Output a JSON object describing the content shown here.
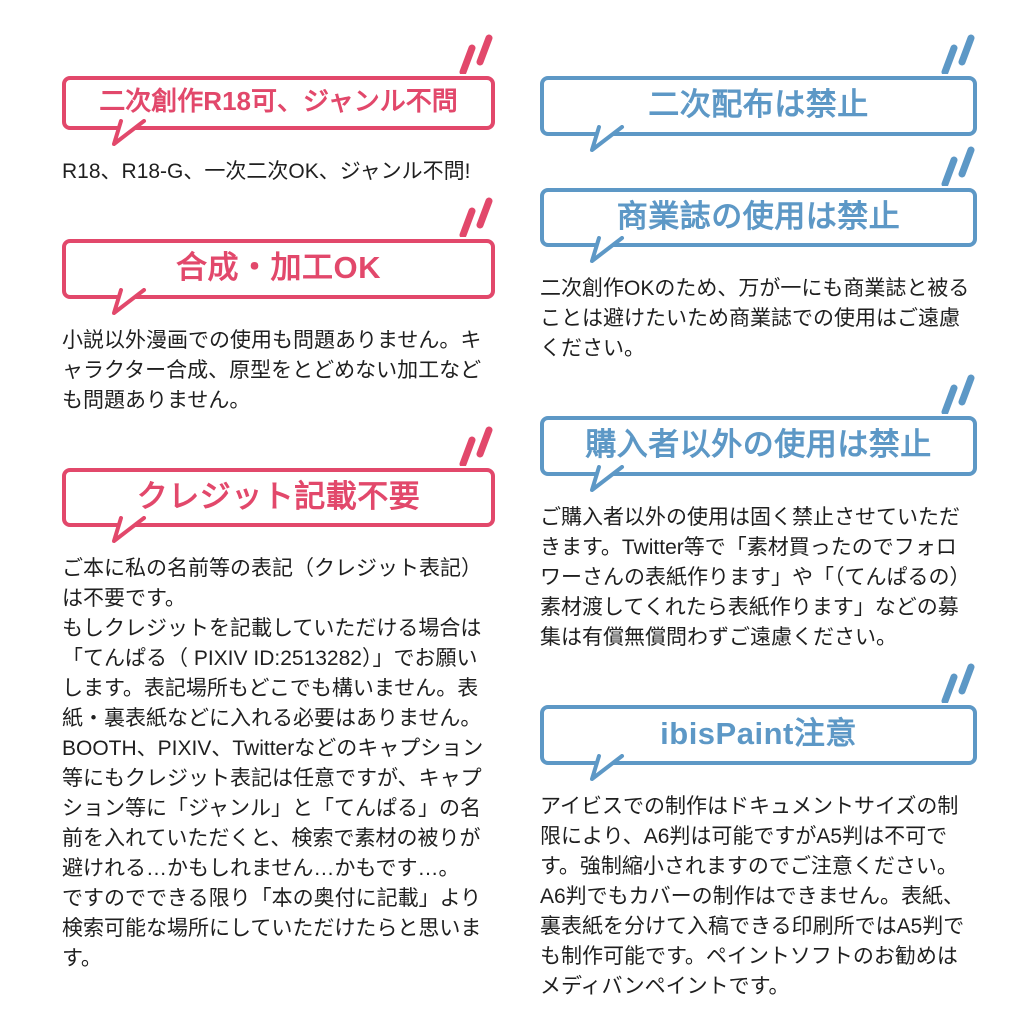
{
  "document": {
    "background": "#ffffff"
  },
  "colors": {
    "pink": "#e2486b",
    "blue": "#5d98c6",
    "body_text": "#1f1f1f"
  },
  "left_column": {
    "sections": [
      {
        "heading": "二次創作R18可、ジャンル不問",
        "body": "R18、R18-G、一次二次OK、ジャンル不問!"
      },
      {
        "heading": "合成・加工OK",
        "body": "小説以外漫画での使用も問題ありません。キャラクター合成、原型をとどめない加工なども問題ありません。"
      },
      {
        "heading": "クレジット記載不要",
        "body": "ご本に私の名前等の表記（クレジット表記）は不要です。\nもしクレジットを記載していただける場合は「てんぱる（ PIXIV ID:2513282）」でお願いします。表記場所もどこでも構いません。表紙・裏表紙などに入れる必要はありません。\nBOOTH、PIXIV、Twitterなどのキャプション等にもクレジット表記は任意ですが、キャプション等に「ジャンル」と「てんぱる」の名前を入れていただくと、検索で素材の被りが避けれる…かもしれません…かもです…。\nですのでできる限り「本の奥付に記載」より検索可能な場所にしていただけたらと思います。"
      }
    ]
  },
  "right_column": {
    "sections": [
      {
        "heading": "二次配布は禁止",
        "body": ""
      },
      {
        "heading": "商業誌の使用は禁止",
        "body": "二次創作OKのため、万が一にも商業誌と被ることは避けたいため商業誌での使用はご遠慮ください。"
      },
      {
        "heading": "購入者以外の使用は禁止",
        "body": "ご購入者以外の使用は固く禁止させていただきます。Twitter等で「素材買ったのでフォロワーさんの表紙作ります」や「（てんぱるの）素材渡してくれたら表紙作ります」などの募集は有償無償問わずご遠慮ください。"
      },
      {
        "heading": "ibisPaint注意",
        "body": "アイビスでの制作はドキュメントサイズの制限により、A6判は可能ですがA5判は不可です。強制縮小されますのでご注意ください。A6判でもカバーの制作はできません。表紙、裏表紙を分けて入稿できる印刷所ではA5判でも制作可能です。ペイントソフトのお勧めはメディバンペイントです。"
      }
    ]
  }
}
